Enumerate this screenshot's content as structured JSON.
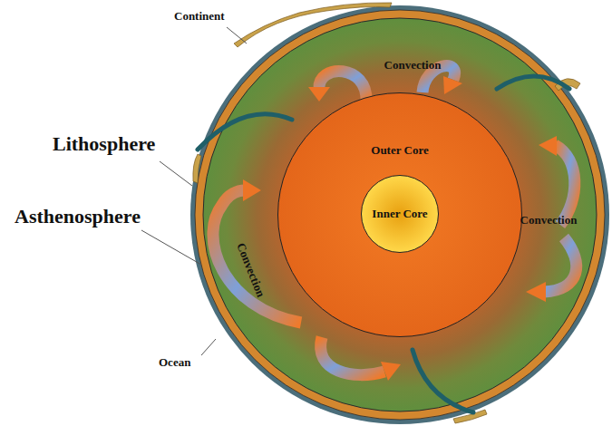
{
  "diagram": {
    "nodes": [
      {
        "text": [
          "Outer Core"
        ]
      },
      {
        "text": [
          "Inner Core"
        ],
        "in": 0
      }
    ],
    "labels": [
      "Continent",
      "Convection",
      "Convection",
      "Convection",
      "Lithosphere",
      "Asthenosphere",
      "Ocean"
    ]
  }
}
